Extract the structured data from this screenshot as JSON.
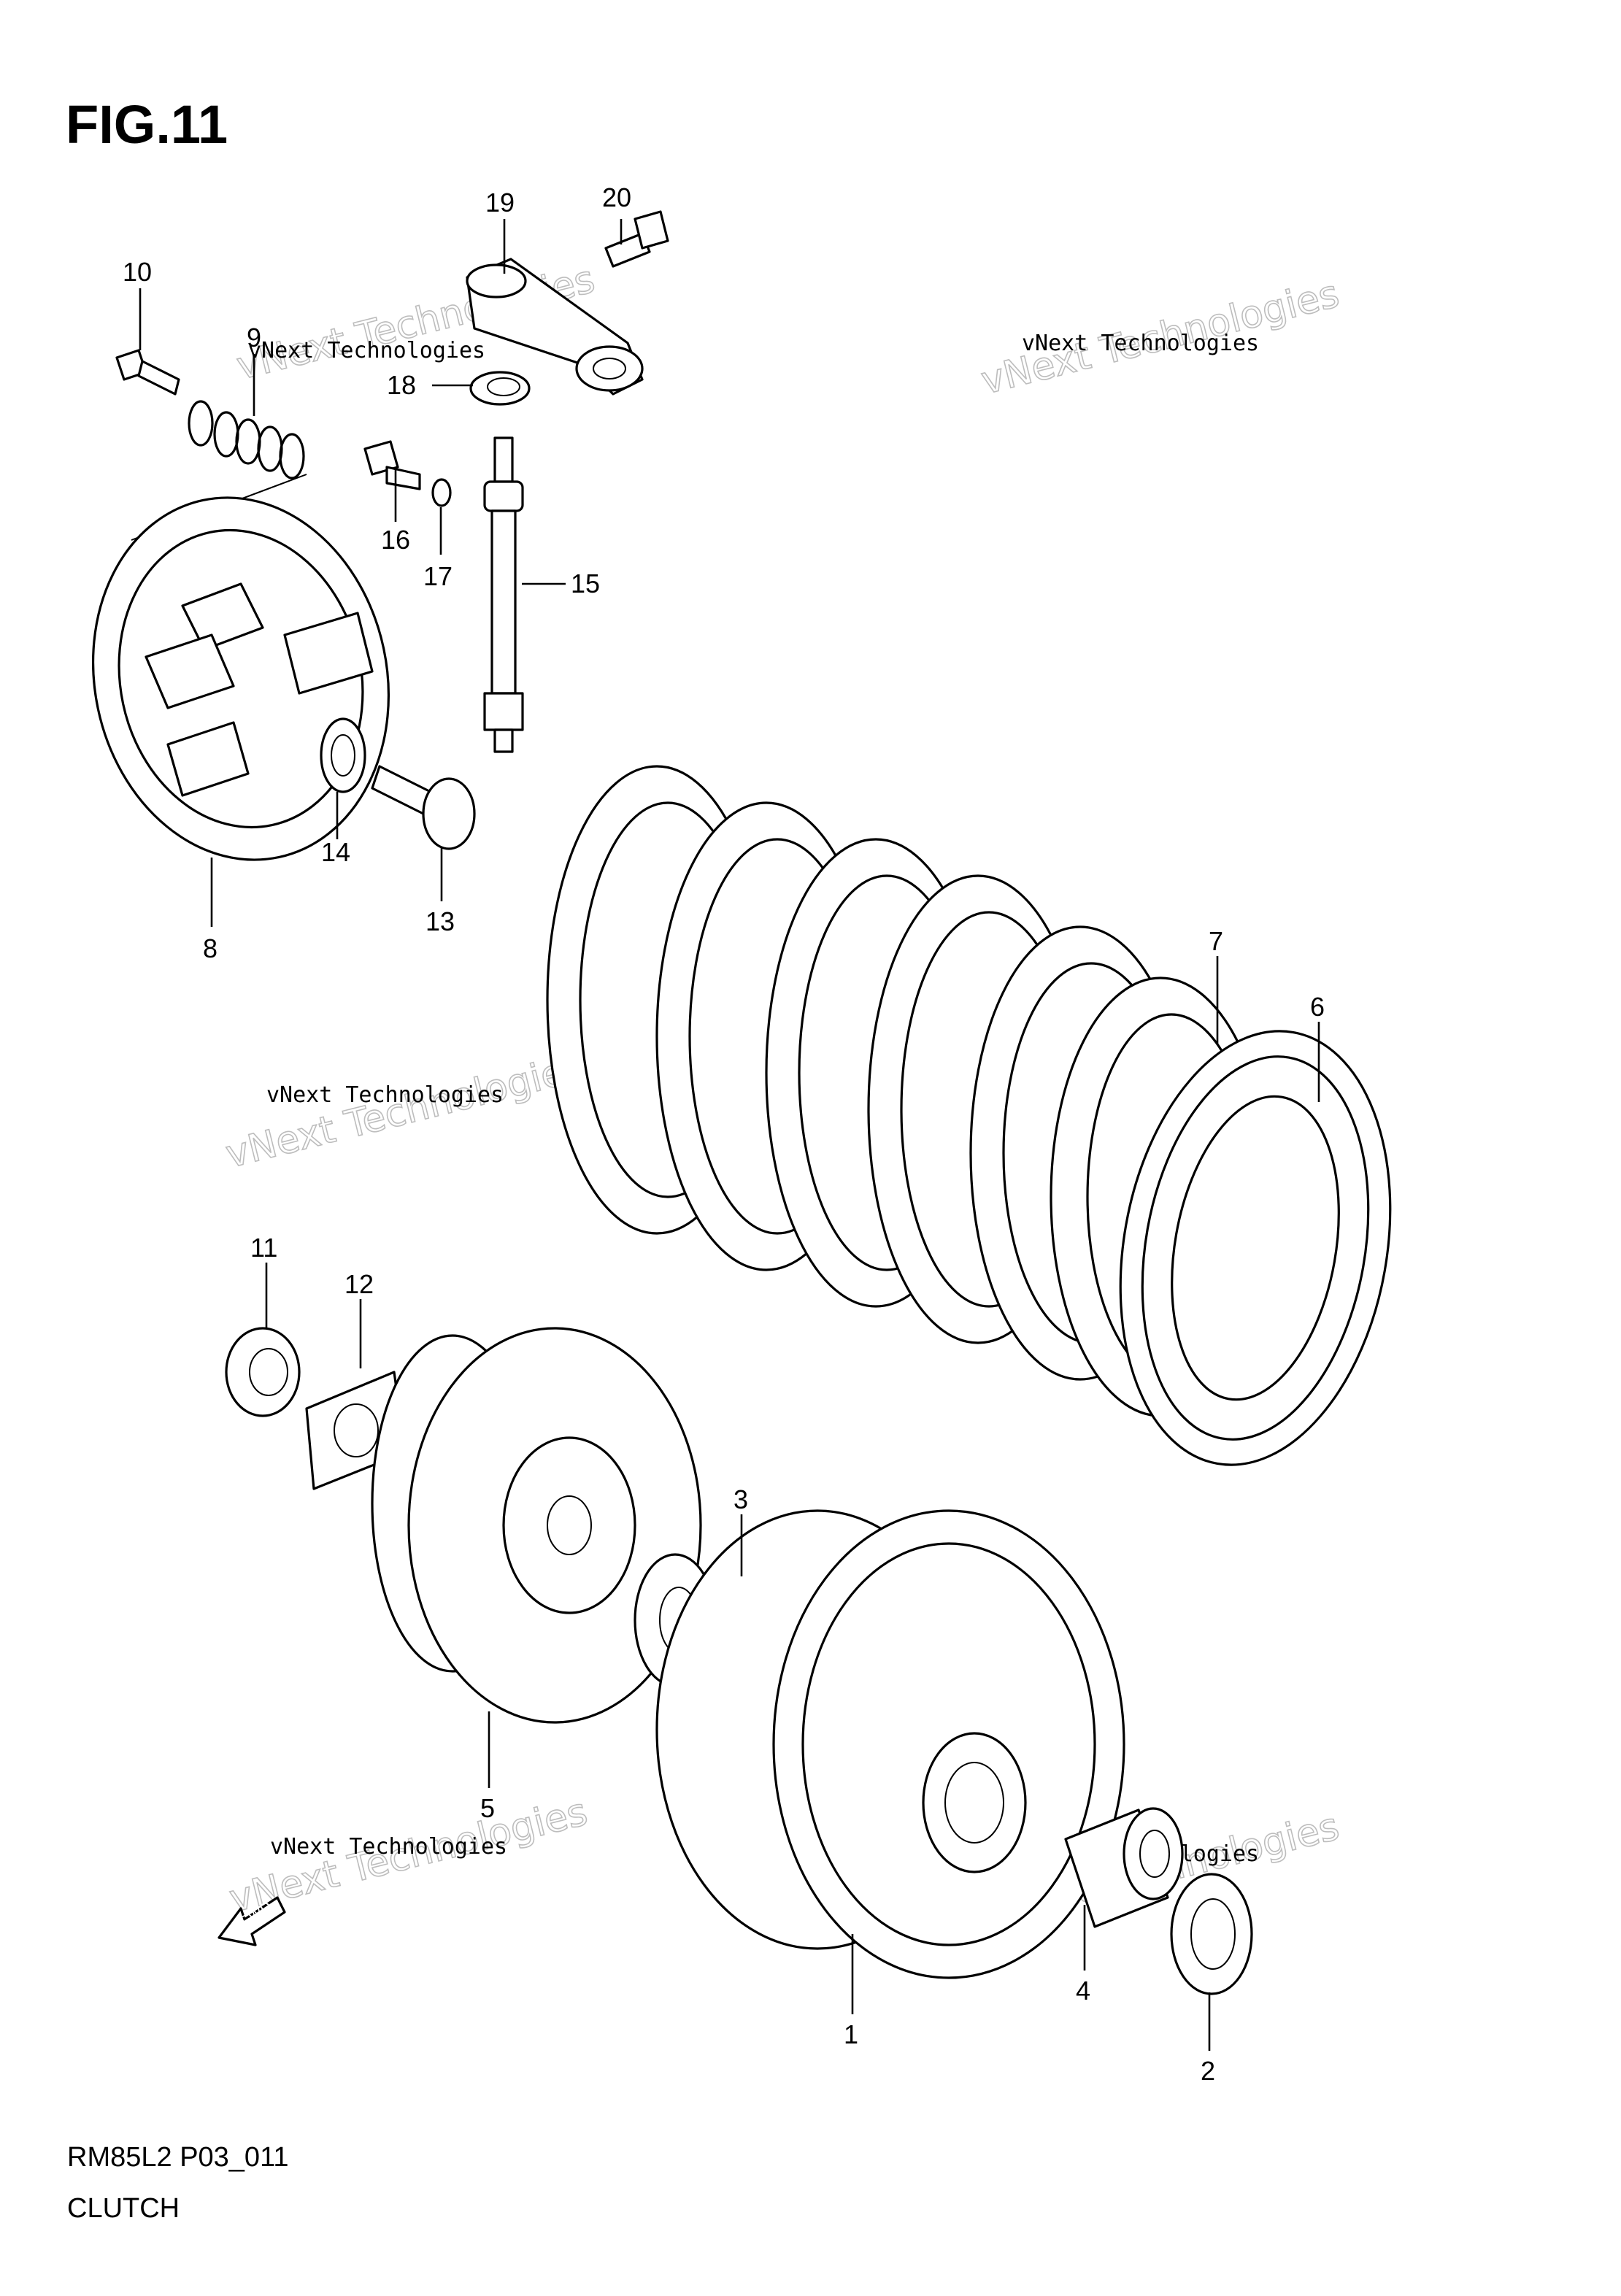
{
  "figure": {
    "title": "FIG.11",
    "model_code": "RM85L2 P03_011",
    "section": "CLUTCH"
  },
  "watermark": {
    "line1": "vNext Technologies",
    "line2": "vNext Technologies"
  },
  "fwd_label": "FWD",
  "parts": [
    {
      "number": "1"
    },
    {
      "number": "2"
    },
    {
      "number": "3"
    },
    {
      "number": "4"
    },
    {
      "number": "5"
    },
    {
      "number": "6"
    },
    {
      "number": "7"
    },
    {
      "number": "8"
    },
    {
      "number": "9"
    },
    {
      "number": "10"
    },
    {
      "number": "11"
    },
    {
      "number": "12"
    },
    {
      "number": "13"
    },
    {
      "number": "14"
    },
    {
      "number": "15"
    },
    {
      "number": "16"
    },
    {
      "number": "17"
    },
    {
      "number": "18"
    },
    {
      "number": "19"
    },
    {
      "number": "20"
    }
  ]
}
